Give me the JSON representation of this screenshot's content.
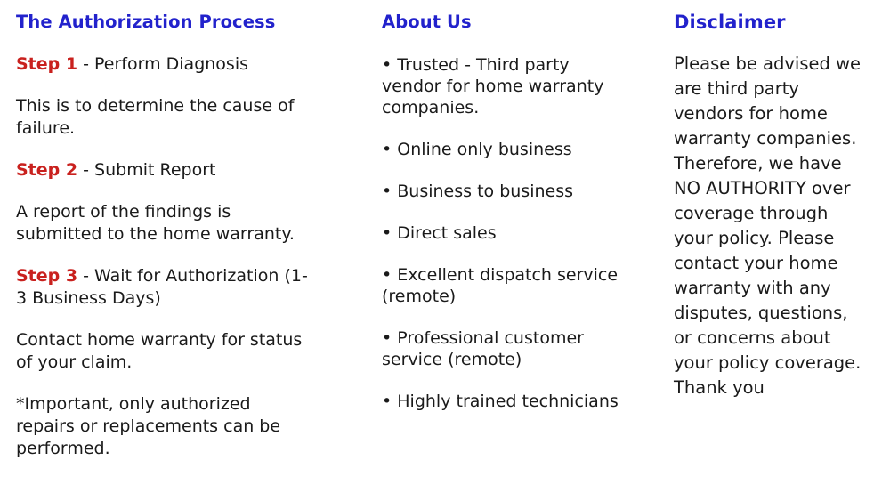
{
  "page": {
    "background_color": "#ffffff",
    "heading_color": "#2222cc",
    "accent_color": "#c9211e",
    "body_color": "#1a1a1a"
  },
  "columns": {
    "process": {
      "heading": "The Authorization Process",
      "blocks": [
        {
          "step_label": "Step 1",
          "step_detail": " - Perform Diagnosis",
          "description": "This is to determine the cause of failure."
        },
        {
          "step_label": "Step 2",
          "step_detail": " - Submit Report",
          "description": "A report of the findings is submitted to the home warranty."
        },
        {
          "step_label": "Step 3",
          "step_detail": " - Wait for Authorization (1-3 Business Days)",
          "description": "Contact home warranty for status of your claim."
        }
      ],
      "note": " *Important, only authorized repairs or replacements can be performed."
    },
    "about": {
      "heading": "About Us",
      "bullet_glyph": "•",
      "items": [
        "Trusted - Third party vendor for home warranty companies.",
        "Online only business",
        "Business to business",
        "Direct sales",
        "Excellent dispatch service (remote)",
        "Professional customer service (remote)",
        "Highly trained technicians"
      ]
    },
    "disclaimer": {
      "heading": "Disclaimer",
      "text": "Please be advised we are third party vendors for home warranty companies. Therefore, we have NO AUTHORITY over coverage through your policy. Please contact your home warranty with any disputes, questions, or concerns about your policy coverage. Thank you"
    }
  }
}
